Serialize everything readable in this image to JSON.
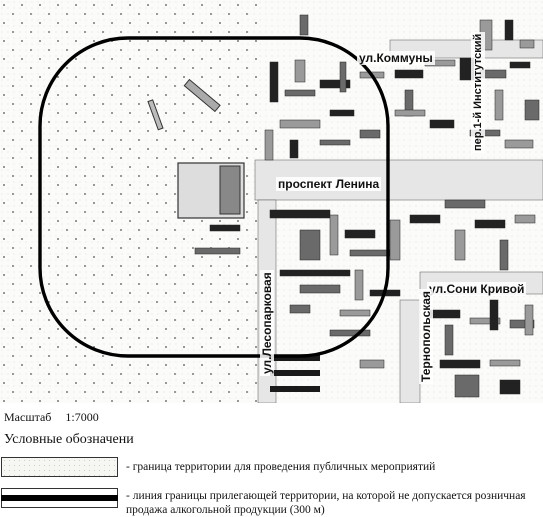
{
  "map": {
    "streets": {
      "kommuny": "ул.Коммуны",
      "institutsky": "пер.1-й Институтский",
      "lenina": "проспект Ленина",
      "soni_krivoy": "ул.Сони Кривой",
      "lesoparkovaya": "ул.Лесопарковая",
      "ternopolskaya": "Тернопольская"
    }
  },
  "scale": {
    "label": "Масштаб",
    "value": "1:7000"
  },
  "legend": {
    "title": "Условные обозначени",
    "items": [
      {
        "kind": "territory",
        "text": "- граница территории для проведения публичных мероприятий"
      },
      {
        "kind": "boundary",
        "text": "- линия границы прилегающей территории, на которой не допускается розничная продажа алкогольной продукции (300 м)"
      }
    ]
  }
}
